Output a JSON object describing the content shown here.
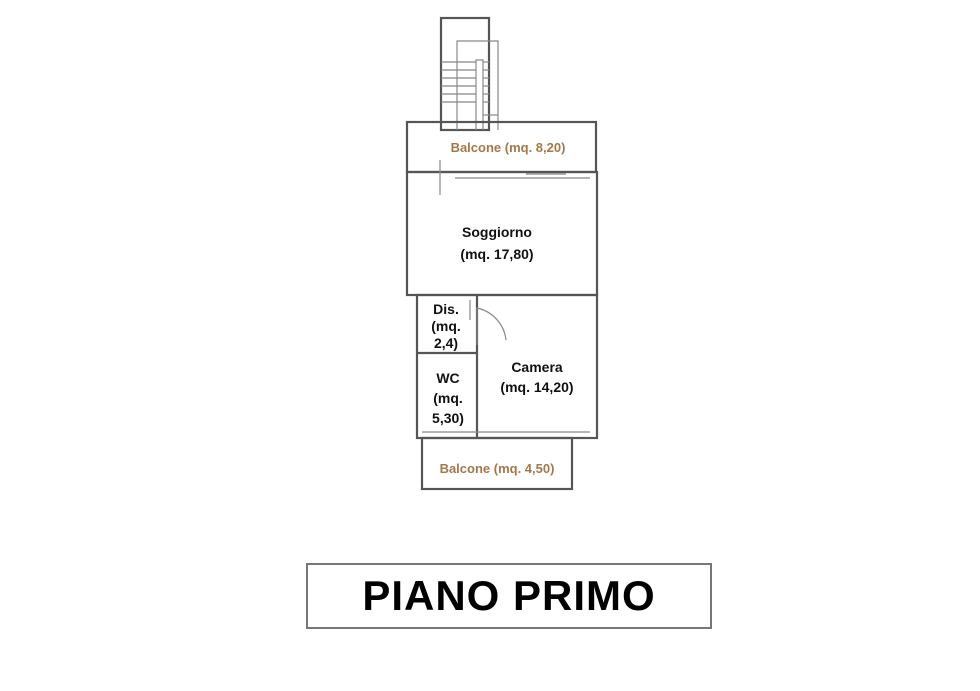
{
  "plan": {
    "rooms": {
      "balcony_top": "Balcone (mq. 8,20)",
      "living": {
        "name": "Soggiorno",
        "area": "(mq. 17,80)"
      },
      "hall": {
        "name": "Dis.",
        "area_1": "(mq.",
        "area_2": "2,4)"
      },
      "wc": {
        "name": "WC",
        "area_1": "(mq.",
        "area_2": "5,30)"
      },
      "bedroom": {
        "name": "Camera",
        "area": "(mq. 14,20)"
      },
      "balcony_bottom": "Balcone (mq. 4,50)"
    },
    "colors": {
      "balcony_label": "#a4784a",
      "walls": "#555555"
    }
  },
  "title": "PIANO PRIMO"
}
